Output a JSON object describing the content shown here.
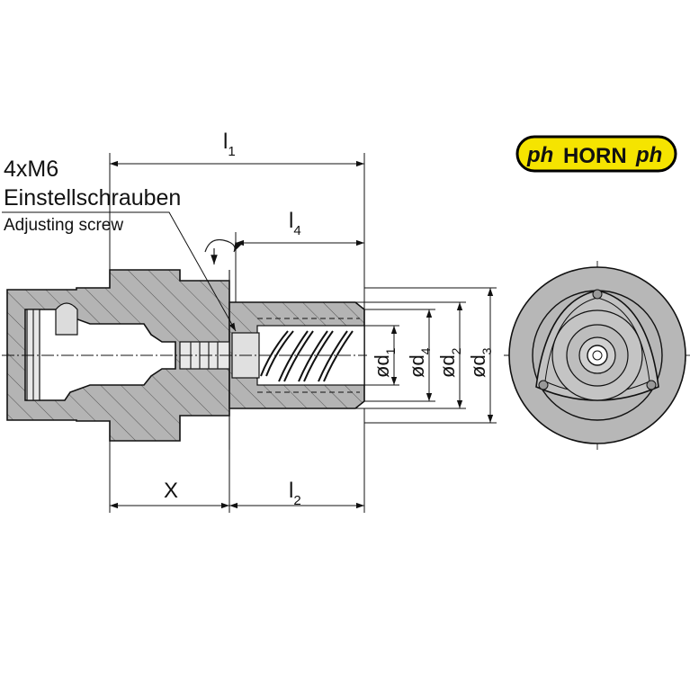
{
  "logo": {
    "text": "HORN",
    "mark_left": "ph",
    "mark_right": "ph",
    "color_bg": "#f5e400",
    "color_fg": "#000000"
  },
  "annotation": {
    "line1": "4xM6",
    "line2": "Einstellschrauben",
    "line3": "Adjusting screw"
  },
  "dimensions": {
    "l1": {
      "main": "l",
      "sub": "1"
    },
    "l4": {
      "main": "l",
      "sub": "4"
    },
    "l2": {
      "main": "l",
      "sub": "2"
    },
    "x": {
      "main": "X"
    },
    "d1": {
      "main": "ød",
      "sub": "1"
    },
    "d4": {
      "main": "ød",
      "sub": "4"
    },
    "d2": {
      "main": "ød",
      "sub": "2"
    },
    "d3": {
      "main": "ød",
      "sub": "3"
    }
  },
  "colors": {
    "hatch_fill": "#b4b4b4",
    "hatch_line": "#555555",
    "outline": "#111111",
    "end_view_fill": "#b7b7b7"
  }
}
